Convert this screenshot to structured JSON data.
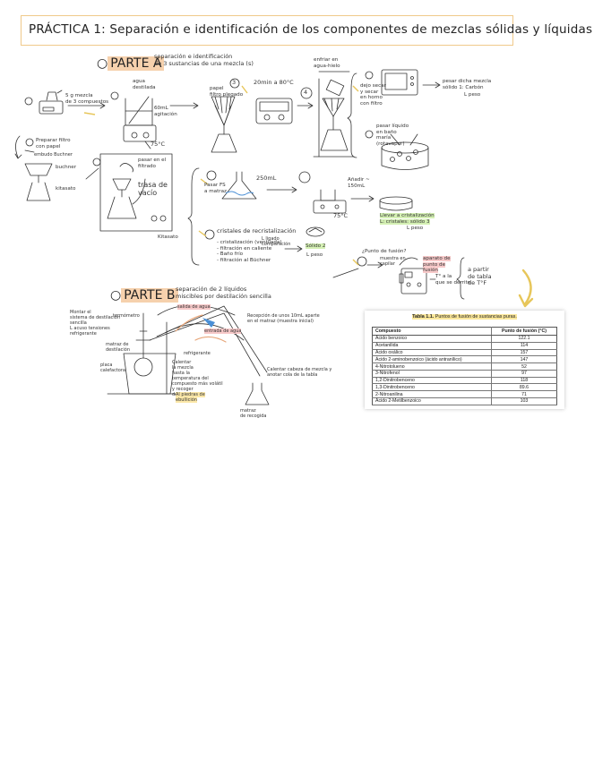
{
  "title": "PRÁCTICA 1: Separación e identificación de los componentes de mezclas sólidas y líquidas",
  "part_a": {
    "heading": "PARTE A",
    "subtitle": "separación e identificación\nde 3 sustancias de una mezcla (s)",
    "step_a": "5 g mezcla\nde 3 compuestos",
    "step_1": "agua\ndestilada",
    "step_1_vol": "60mL\nagitación",
    "step_1_temp": "75°C",
    "step_2_label": "papel\nfiltro plegado",
    "step_3_label": "20min a 80°C",
    "step_3_num": "3",
    "step_4_top": "enfriar en\nagua-hielo",
    "step_4_num": "4",
    "step_5_text": "dejo secar\ny secar\nen horno\ncon filtro",
    "step_5_result": "pesar dicha mezcla\nsólido 1: Carbón",
    "step_5_result2": "L peso",
    "step_6_text": "pasar líquido\nen baño\nmaría\n(rotavapor)",
    "step_b": "Preparar filtro\ncon papel",
    "step_b_sub": "embudo Buchner",
    "kitasato": "kitasato",
    "embudo": "buchner",
    "step_c_top": "pasar en el\nfiltrado",
    "step_c_body": "trasa de\nvacío",
    "step_c_bottom": "Kitasato",
    "step_7": "Pasar FS\na matraz",
    "step_7_vol": "250mL",
    "step_8_text": "Añadir ~\n150mL",
    "step_8_temp": "75°C",
    "step_8_result": "Llevar a cristalización\nL: cristales: sólido 3",
    "step_8_result2": "L peso",
    "step_9_head": "cristales de recristalización",
    "step_9_lines": "- cristalización (ventilada)\n- filtración en caliente\n- Baño frío\n- filtración al Büchner",
    "step_9_tag": "L ligado\ncomparación",
    "step_9_result": "Sólido 2",
    "step_9_result2": "L peso",
    "step_10_head": "¿Punto de fusión?",
    "step_10_note": "muestra en\ncapilar",
    "step_10_red": "aparato de\npunto de\nfusión",
    "step_10_range": "T° a la\nque se derrite",
    "step_10_compare": "a partir\nde tabla\nde T°F"
  },
  "part_b": {
    "heading": "PARTE B",
    "subtitle": "separación de 2 líquidos\nmiscibles por destilación sencilla",
    "note_1": "Montar el\nsistema de destilación\nsencilla\nL acuso tensiones\nrefrigerante",
    "label_termo": "termómetro",
    "label_refri": "salida de agua",
    "label_refri_in": "entrada de agua",
    "label_flask": "matraz de\ndestilación",
    "label_plate": "placa\ncalefactora",
    "label_refrigerant": "refrigerante",
    "note_2": "Calentar\nla mezcla\nhasta la\ntemperatura del\ncompuesto más volátil\ny recoger\ndestilado",
    "note_3": "Recepción de unos 10mL aparte\nen el matraz (muestra inicial)",
    "note_4": "Calentar cabeza de mezcla y\nanotar cola de la tabla",
    "label_receiver": "matraz\nde recogida",
    "label_boiling": "Al piedras de\nebullición"
  },
  "table": {
    "caption_prefix": "Tabla 1.1.",
    "caption": " Puntos de fusión de sustancias puras.",
    "headers": [
      "Compuesto",
      "Punto de fusión (°C)"
    ],
    "rows": [
      [
        "Ácido benzoico",
        "122.1"
      ],
      [
        "Acetanilida",
        "114"
      ],
      [
        "Ácido oxálico",
        "157"
      ],
      [
        "Ácido 2-aminobenzoico (ácido antranílico)",
        "147"
      ],
      [
        "4-Nitrotolueno",
        "52"
      ],
      [
        "3-Nitrofenol",
        "97"
      ],
      [
        "1,2-Dinitrobenceno",
        "118"
      ],
      [
        "1,3-Dinitrobenceno",
        "89.6"
      ],
      [
        "2-Nitroanilina",
        "71"
      ],
      [
        "Ácido 2-Metilbenzoico",
        "103"
      ]
    ]
  },
  "colors": {
    "highlight_orange": "#f6d1ad",
    "highlight_yellow": "#fbe7a8",
    "highlight_green": "#d4f0b3",
    "highlight_red": "#f7c9c9",
    "arrow_yellow": "#e7c65a",
    "water_blue": "#4a8fd6"
  }
}
